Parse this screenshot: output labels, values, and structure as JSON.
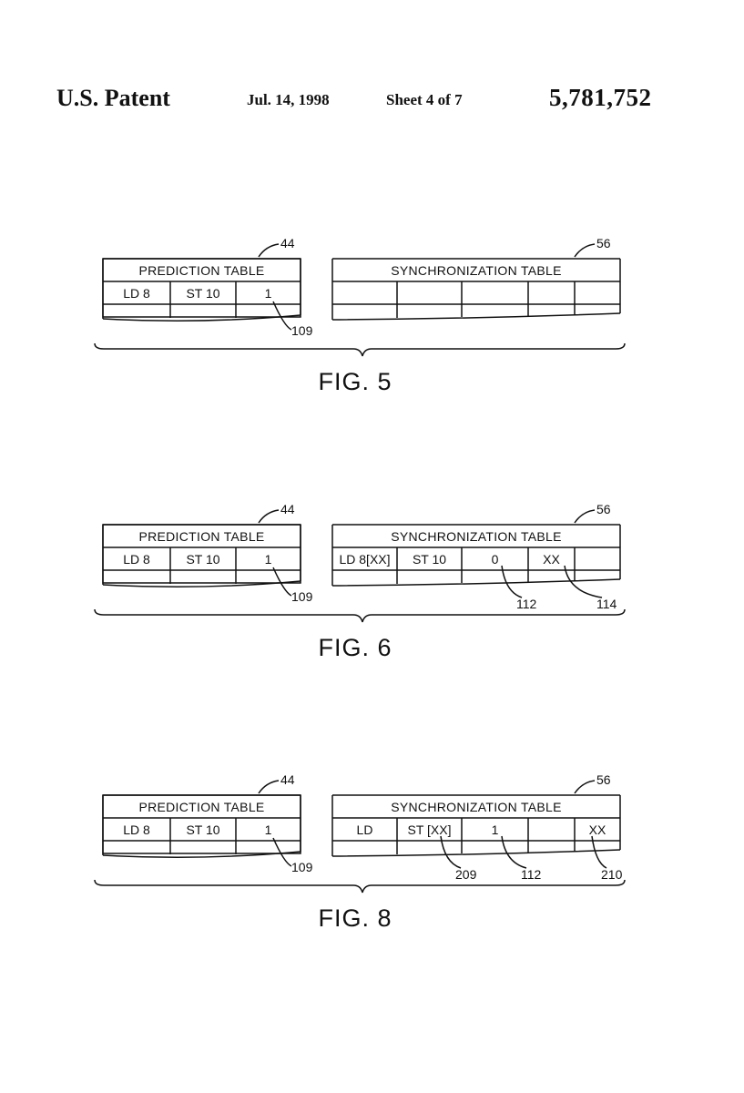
{
  "header": {
    "left": "U.S. Patent",
    "date": "Jul. 14, 1998",
    "sheet": "Sheet 4 of 7",
    "patent_number": "5,781,752"
  },
  "figures": [
    {
      "caption": "FIG. 5",
      "prediction": {
        "title": "PREDICTION TABLE",
        "ref": "44",
        "cells": [
          "LD 8",
          "ST 10",
          "1"
        ],
        "callout": "109"
      },
      "sync": {
        "title": "SYNCHRONIZATION TABLE",
        "ref": "56",
        "cells": [
          "",
          "",
          "",
          "",
          ""
        ],
        "callouts": []
      }
    },
    {
      "caption": "FIG. 6",
      "prediction": {
        "title": "PREDICTION TABLE",
        "ref": "44",
        "cells": [
          "LD 8",
          "ST 10",
          "1"
        ],
        "callout": "109"
      },
      "sync": {
        "title": "SYNCHRONIZATION TABLE",
        "ref": "56",
        "cells": [
          "LD 8[XX]",
          "ST 10",
          "0",
          "XX",
          ""
        ],
        "callouts": [
          "112",
          "114"
        ]
      }
    },
    {
      "caption": "FIG. 8",
      "prediction": {
        "title": "PREDICTION TABLE",
        "ref": "44",
        "cells": [
          "LD 8",
          "ST 10",
          "1"
        ],
        "callout": "109"
      },
      "sync": {
        "title": "SYNCHRONIZATION TABLE",
        "ref": "56",
        "cells": [
          "LD",
          "ST [XX]",
          "1",
          "",
          "XX"
        ],
        "callouts": [
          "209",
          "112",
          "210"
        ]
      }
    }
  ]
}
